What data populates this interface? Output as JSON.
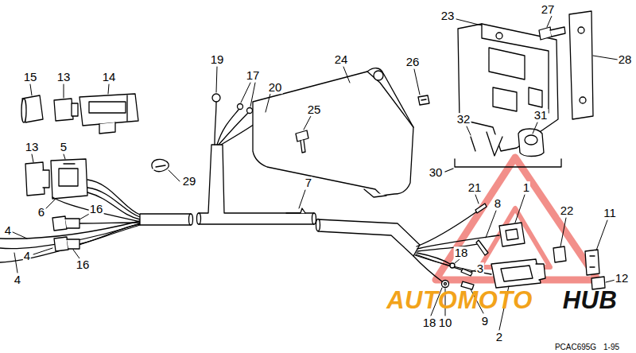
{
  "diagram": {
    "labels": [
      "15",
      "13",
      "14",
      "19",
      "17",
      "20",
      "23",
      "27",
      "28",
      "24",
      "26",
      "25",
      "32",
      "31",
      "13",
      "5",
      "29",
      "7",
      "30",
      "21",
      "1",
      "8",
      "6",
      "16",
      "22",
      "11",
      "4",
      "18",
      "4",
      "16",
      "3",
      "4",
      "12",
      "AUTOMOTO",
      "HUB",
      "18",
      "10",
      "9",
      "2",
      "PCAC695G",
      "1-95"
    ]
  }
}
